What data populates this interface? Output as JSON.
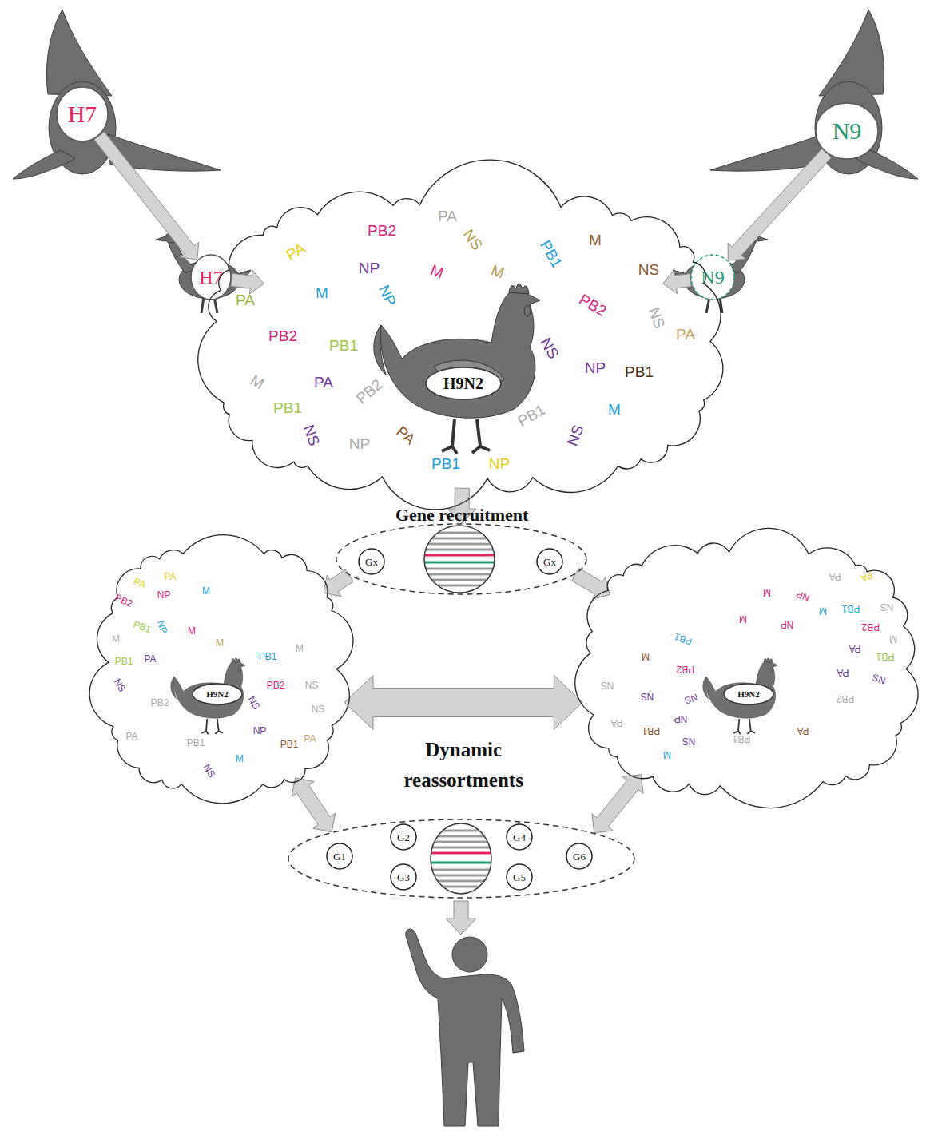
{
  "diagram": {
    "nodes": [
      {
        "text": [
          "H7"
        ]
      },
      {
        "text": [
          "H7"
        ]
      },
      {
        "text": [
          "N9"
        ]
      },
      {
        "text": [
          "N9"
        ]
      },
      {
        "text": [
          "PA",
          "PB2",
          "NS",
          "M",
          "PB1",
          "PA",
          "NP",
          "M",
          "M",
          "NS",
          "PA",
          "M",
          "NP",
          "PB2",
          "NS",
          "PA",
          "PB2",
          "PB1",
          "NS",
          "NP",
          "PB1",
          "M",
          "PA",
          "PB2",
          "PB1",
          "M",
          "PB1",
          "NS",
          "PA",
          "NP",
          "NS",
          "PB1",
          "NP"
        ]
      },
      {
        "text": [
          "H9N2"
        ],
        "in": 4
      },
      {
        "text": []
      },
      {
        "text": [
          "Gx"
        ],
        "in": 6
      },
      {
        "text": [
          "Gx"
        ],
        "in": 6
      },
      {
        "text": [
          "PA",
          "PA",
          "NP",
          "PB2",
          "M",
          "PB1",
          "NP",
          "M",
          "M",
          "PB1",
          "PA",
          "NS",
          "PB2",
          "M",
          "PB1",
          "M",
          "PB2",
          "NS",
          "NS",
          "NP",
          "PB1",
          "PA",
          "PB1",
          "M",
          "NS",
          "PA",
          "NS"
        ]
      },
      {
        "text": [
          "H9N2"
        ],
        "in": 9
      },
      {
        "text": [
          "PA",
          "PA",
          "M",
          "NP",
          "NS",
          "M",
          "PB1",
          "PB2",
          "M",
          "NP",
          "M",
          "PB1",
          "PA",
          "PB1",
          "M",
          "PB2",
          "NS",
          "NS",
          "PA",
          "PB2",
          "NS",
          "NS",
          "NP",
          "PB1",
          "PA",
          "NS",
          "PB1",
          "M",
          "PA"
        ]
      },
      {
        "text": [
          "H9N2"
        ],
        "in": 11
      },
      {
        "text": []
      },
      {
        "text": [
          "G1"
        ],
        "in": 13
      },
      {
        "text": [
          "G2"
        ],
        "in": 13
      },
      {
        "text": [
          "G3"
        ],
        "in": 13
      },
      {
        "text": [
          "G4"
        ],
        "in": 13
      },
      {
        "text": [
          "G5"
        ],
        "in": 13
      },
      {
        "text": [
          "G6"
        ],
        "in": 13
      }
    ],
    "edges": [
      {
        "from": 0,
        "to": 1,
        "arrow": "to"
      },
      {
        "from": 1,
        "to": 4,
        "arrow": "to"
      },
      {
        "from": 2,
        "to": 3,
        "arrow": "to"
      },
      {
        "from": 3,
        "to": 4,
        "arrow": "to"
      },
      {
        "from": 4,
        "to": 6,
        "label": "Gene recruitment",
        "arrow": "to"
      },
      {
        "from": 6,
        "to": 9,
        "arrow": "to"
      },
      {
        "from": 6,
        "to": 11,
        "arrow": "to"
      },
      {
        "from": 9,
        "to": 11,
        "label": "Dynamic reassortments",
        "arrow": "both"
      },
      {
        "from": 9,
        "to": 13,
        "arrow": "both"
      },
      {
        "from": 11,
        "to": 13,
        "arrow": "both"
      }
    ]
  }
}
